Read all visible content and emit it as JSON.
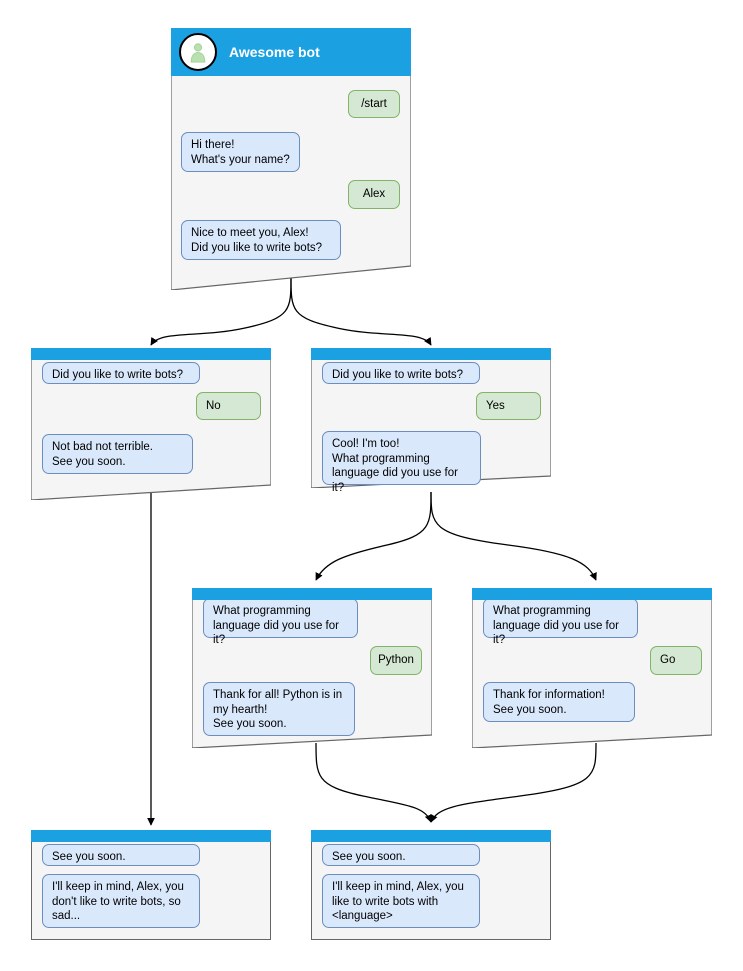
{
  "diagram": {
    "title": "Awesome bot conversation flow",
    "colors": {
      "header_blue": "#1ba1e2",
      "node_background": "#f5f5f5",
      "node_border": "#666666",
      "bot_bubble_fill": "#dae8fc",
      "bot_bubble_border": "#6c8ebf",
      "user_bubble_fill": "#d5e8d4",
      "user_bubble_border": "#82b366",
      "edge_stroke": "#000000",
      "avatar_fill": "#ffffff",
      "avatar_person": "#b9e0b0"
    }
  },
  "nodes": {
    "start": {
      "name": "start-screen",
      "header_title": "Awesome bot",
      "avatar_icon": "person-avatar-icon",
      "messages": [
        {
          "from": "user",
          "text": "/start"
        },
        {
          "from": "bot",
          "text": "Hi there!\nWhat's your name?"
        },
        {
          "from": "user",
          "text": "Alex"
        },
        {
          "from": "bot",
          "text": "Nice to meet you, Alex!\nDid you like to write bots?"
        }
      ]
    },
    "answer_no": {
      "name": "answer-no-screen",
      "messages": [
        {
          "from": "bot",
          "text": "Did you like to write bots?"
        },
        {
          "from": "user",
          "text": "No"
        },
        {
          "from": "bot",
          "text": "Not bad not terrible.\nSee you soon."
        }
      ]
    },
    "answer_yes": {
      "name": "answer-yes-screen",
      "messages": [
        {
          "from": "bot",
          "text": "Did you like to write bots?"
        },
        {
          "from": "user",
          "text": "Yes"
        },
        {
          "from": "bot",
          "text": "Cool! I'm too!\nWhat programming\nlanguage did you use for it?"
        }
      ]
    },
    "lang_python": {
      "name": "language-python-screen",
      "messages": [
        {
          "from": "bot",
          "text": "What programming\nlanguage did you use for it?"
        },
        {
          "from": "user",
          "text": "Python"
        },
        {
          "from": "bot",
          "text": "Thank for all! Python is in\nmy hearth!\nSee you soon."
        }
      ]
    },
    "lang_go": {
      "name": "language-go-screen",
      "messages": [
        {
          "from": "bot",
          "text": "What programming\nlanguage did you use for it?"
        },
        {
          "from": "user",
          "text": "Go"
        },
        {
          "from": "bot",
          "text": "Thank for information!\nSee you soon."
        }
      ]
    },
    "end_sad": {
      "name": "end-no-bots-screen",
      "messages": [
        {
          "from": "bot",
          "text": "See you soon."
        },
        {
          "from": "bot",
          "text": "I'll keep in mind, Alex, you\ndon't like to write bots, so\nsad..."
        }
      ]
    },
    "end_happy": {
      "name": "end-likes-bots-screen",
      "messages": [
        {
          "from": "bot",
          "text": "See you soon."
        },
        {
          "from": "bot",
          "text": "I'll keep in mind, Alex, you\nlike to write bots with\n<language>"
        }
      ]
    }
  }
}
